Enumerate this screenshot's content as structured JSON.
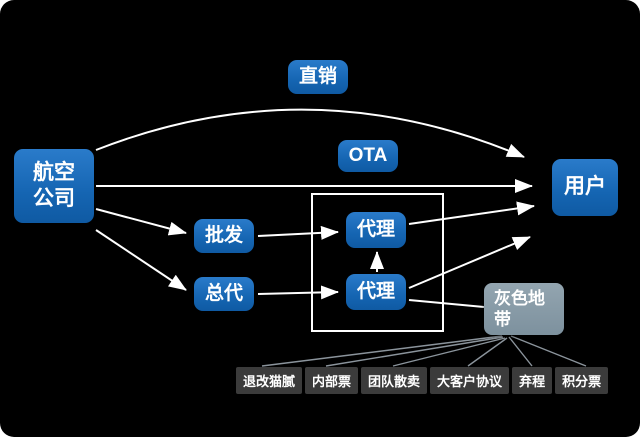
{
  "colors": {
    "background": "#000000",
    "node_blue": "#1565b2",
    "gray_zone_bg": "#7d919e",
    "gray_item_bg": "#3b3b3b",
    "line": "#ffffff",
    "text": "#ffffff"
  },
  "diagram": {
    "nodes": {
      "airline": {
        "label": "航空公司"
      },
      "direct_sales": {
        "label": "直销"
      },
      "ota": {
        "label": "OTA"
      },
      "wholesale": {
        "label": "批发"
      },
      "general_agent": {
        "label": "总代"
      },
      "agent_upper": {
        "label": "代理"
      },
      "agent_lower": {
        "label": "代理"
      },
      "user": {
        "label": "用户"
      },
      "gray_zone": {
        "label": "灰色地带"
      }
    },
    "gray_zone_items": [
      "退改猫腻",
      "内部票",
      "团队散卖",
      "大客户协议",
      "弃程",
      "积分票"
    ]
  }
}
